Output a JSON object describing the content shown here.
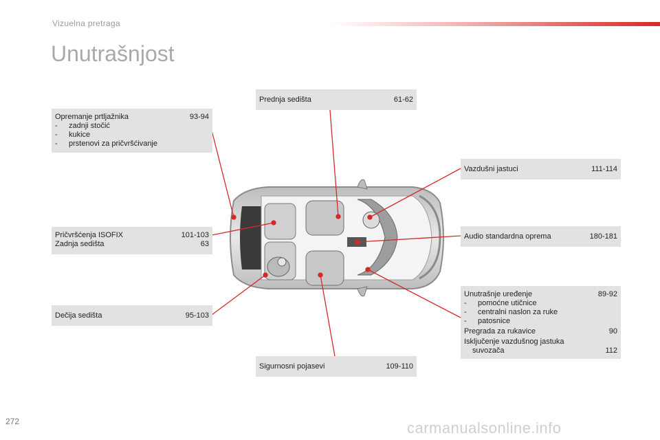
{
  "header": {
    "section": "Vizuelna pretraga"
  },
  "title": "Unutrašnjost",
  "page_number": "272",
  "watermark": "carmanualsonline.info",
  "boxes": {
    "prtljaznik": {
      "label": "Opremanje prtljažnika",
      "pages": "93-94",
      "items": [
        "zadnji stočić",
        "kukice",
        "prstenovi za pričvršćivanje"
      ]
    },
    "isofix": {
      "label": "Pričvršćenja ISOFIX",
      "pages": "101-103",
      "label2": "Zadnja sedišta",
      "pages2": "63"
    },
    "decija": {
      "label": "Dečija sedišta",
      "pages": "95-103"
    },
    "prednja": {
      "label": "Prednja sedišta",
      "pages": "61-62"
    },
    "vazdusni": {
      "label": "Vazdušni jastuci",
      "pages": "111-114"
    },
    "audio": {
      "label": "Audio standardna oprema",
      "pages": "180-181"
    },
    "unutrasnje": {
      "label": "Unutrašnje uređenje",
      "pages": "89-92",
      "items": [
        "pomoćne utičnice",
        "centralni naslon za ruke",
        "patosnice"
      ],
      "pregrada_label": "Pregrada za rukavice",
      "pregrada_pages": "90",
      "iskljucenje_line1": "Isključenje vazdušnog jastuka",
      "iskljucenje_line2": "suvozača",
      "iskljucenje_pages": "112"
    },
    "pojasevi": {
      "label": "Sigurnosni pojasevi",
      "pages": "109-110"
    }
  },
  "colors": {
    "accent": "#d62828",
    "box_bg": "#e2e2e2",
    "title": "#a9a9a9"
  }
}
